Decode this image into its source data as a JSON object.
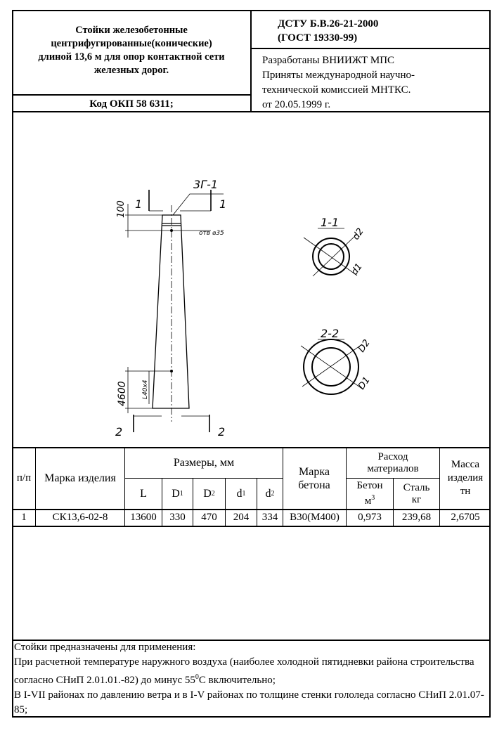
{
  "header": {
    "title_lines": [
      "Стойки железобетонные",
      "центрифугированные(конические)",
      "длиной 13,6 м для опор контактной сети",
      "железных дорог."
    ],
    "standard_lines": [
      "ДСТУ Б.В.26-21-2000",
      "(ГОСТ 19330-99)"
    ],
    "developer_lines": [
      "Разработаны ВНИИЖТ МПС",
      "Приняты международной научно-",
      "технической комиссией МНТКС.",
      "от 20.05.1999 г."
    ],
    "okp_code": "Код ОКП 58 6311;"
  },
  "drawing": {
    "label_3g1": "3Г-1",
    "section_1": "1",
    "section_2": "2",
    "dim_100": "100",
    "dim_4600": "4600",
    "hole_label": "отв ⌀35",
    "angle_label": "L40х4",
    "section_1_title": "1-1",
    "section_2_title": "2-2",
    "d1": "d1",
    "d2": "d2",
    "D1": "D1",
    "D2": "D2"
  },
  "table": {
    "headers": {
      "num": "п/п",
      "mark": "Марка изделия",
      "dims": "Размеры, мм",
      "L": "L",
      "D1": "D",
      "D1_sub": "1",
      "D2": "D",
      "D2_sub": "2",
      "d1": "d",
      "d1_sub": "1",
      "d2": "d",
      "d2_sub": "2",
      "concrete_mark": "Марка бетона",
      "consumption": "Расход материалов",
      "concrete": "Бетон",
      "concrete_unit": "м",
      "concrete_unit_sup": "3",
      "steel": "Сталь",
      "steel_unit": "кг",
      "mass": "Масса изделия",
      "mass_unit": "тн"
    },
    "rows": [
      {
        "num": "1",
        "mark": "СК13,6-02-8",
        "L": "13600",
        "D1": "330",
        "D2": "470",
        "d1": "204",
        "d2": "334",
        "concrete_mark": "В30(М400)",
        "concrete": "0,973",
        "steel": "239,68",
        "mass": "2,6705"
      }
    ]
  },
  "notes": [
    "Стойки предназначены для применения:",
    "При расчетной температуре наружного воздуха (наиболее холодной пятидневки района строительства согласно СНиП 2.01.01.-82) до минус 55",
    "В I-VII районах по давлению ветра и в I-V районах по толщине стенки гололеда согласно СНиП 2.01.07-85;"
  ],
  "notes_extra": {
    "deg": "0",
    "tail": "С включительно;"
  }
}
